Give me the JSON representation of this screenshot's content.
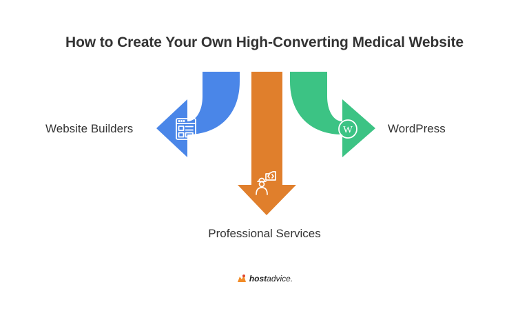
{
  "title": "How to Create Your Own High-Converting Medical Website",
  "branches": [
    {
      "label": "Website Builders",
      "color": "#4a86e8",
      "icon": "website-layout-icon"
    },
    {
      "label": "Professional Services",
      "color": "#e07f2c",
      "icon": "developer-person-icon"
    },
    {
      "label": "WordPress",
      "color": "#3cc384",
      "icon": "wordpress-icon"
    }
  ],
  "brand": {
    "host": "host",
    "advice": "advice."
  }
}
